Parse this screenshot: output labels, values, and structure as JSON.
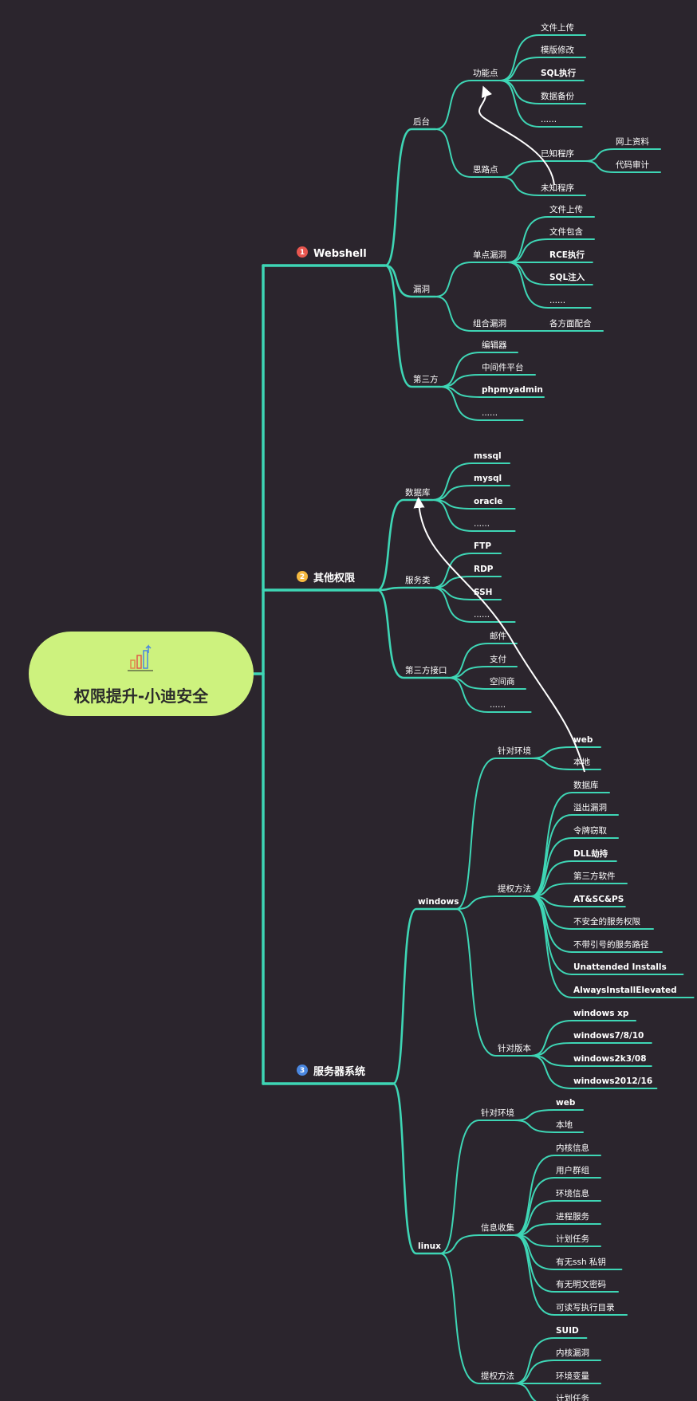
{
  "colors": {
    "background": "#2b252d",
    "branch": "#3ed6b5",
    "root_fill": "#cdf27e",
    "root_text": "#2b2b2b",
    "label": "#ffffff",
    "arrow": "#ffffff",
    "badge_1": "#e8564f",
    "badge_2": "#f5b940",
    "badge_3": "#4a87e0"
  },
  "root": {
    "title": "权限提升-小迪安全",
    "icon": "bar-chart-icon"
  },
  "branches": [
    {
      "id": "webshell",
      "badge": "1",
      "label": "Webshell",
      "children": [
        {
          "id": "houtai",
          "label": "后台",
          "children": [
            {
              "id": "gongnengdian",
              "label": "功能点",
              "children": [
                {
                  "id": "upload1",
                  "label": "文件上传"
                },
                {
                  "id": "template",
                  "label": "模版修改"
                },
                {
                  "id": "sqlexec",
                  "label": "SQL执行"
                },
                {
                  "id": "backup",
                  "label": "数据备份"
                },
                {
                  "id": "dots1",
                  "label": "......"
                }
              ]
            },
            {
              "id": "silu",
              "label": "思路点",
              "children": [
                {
                  "id": "known",
                  "label": "已知程序",
                  "children": [
                    {
                      "id": "online",
                      "label": "网上资料"
                    },
                    {
                      "id": "audit",
                      "label": "代码审计"
                    }
                  ]
                },
                {
                  "id": "unknown",
                  "label": "未知程序"
                }
              ]
            }
          ]
        },
        {
          "id": "loudong",
          "label": "漏洞",
          "children": [
            {
              "id": "single",
              "label": "单点漏洞",
              "children": [
                {
                  "id": "upload2",
                  "label": "文件上传"
                },
                {
                  "id": "include",
                  "label": "文件包含"
                },
                {
                  "id": "rce",
                  "label": "RCE执行"
                },
                {
                  "id": "sqli",
                  "label": "SQL注入"
                },
                {
                  "id": "dots2",
                  "label": "......"
                }
              ]
            },
            {
              "id": "combo",
              "label": "组合漏洞",
              "children": [
                {
                  "id": "multi",
                  "label": "各方面配合"
                }
              ]
            }
          ]
        },
        {
          "id": "thirdparty",
          "label": "第三方",
          "children": [
            {
              "id": "editor",
              "label": "编辑器"
            },
            {
              "id": "middleware",
              "label": "中间件平台"
            },
            {
              "id": "pma",
              "label": "phpmyadmin"
            },
            {
              "id": "dots3",
              "label": "......"
            }
          ]
        }
      ]
    },
    {
      "id": "other",
      "badge": "2",
      "label": "其他权限",
      "children": [
        {
          "id": "database",
          "label": "数据库",
          "children": [
            {
              "id": "mssql",
              "label": "mssql"
            },
            {
              "id": "mysql",
              "label": "mysql"
            },
            {
              "id": "oracle",
              "label": "oracle"
            },
            {
              "id": "dots4",
              "label": "......"
            }
          ]
        },
        {
          "id": "service",
          "label": "服务类",
          "children": [
            {
              "id": "ftp",
              "label": "FTP"
            },
            {
              "id": "rdp",
              "label": "RDP"
            },
            {
              "id": "ssh",
              "label": "SSH"
            },
            {
              "id": "dots5",
              "label": "......"
            }
          ]
        },
        {
          "id": "api3",
          "label": "第三方接口",
          "children": [
            {
              "id": "mail",
              "label": "邮件"
            },
            {
              "id": "pay",
              "label": "支付"
            },
            {
              "id": "hosting",
              "label": "空间商"
            },
            {
              "id": "dots6",
              "label": "......"
            }
          ]
        }
      ]
    },
    {
      "id": "server",
      "badge": "3",
      "label": "服务器系统",
      "children": [
        {
          "id": "windows",
          "label": "windows",
          "children": [
            {
              "id": "winenv",
              "label": "针对环境",
              "children": [
                {
                  "id": "winweb",
                  "label": "web"
                },
                {
                  "id": "winlocal",
                  "label": "本地"
                }
              ]
            },
            {
              "id": "winmethod",
              "label": "提权方法",
              "children": [
                {
                  "id": "wdb",
                  "label": "数据库"
                },
                {
                  "id": "overflow",
                  "label": "溢出漏洞"
                },
                {
                  "id": "token",
                  "label": "令牌窃取"
                },
                {
                  "id": "dll",
                  "label": "DLL劫持"
                },
                {
                  "id": "soft3",
                  "label": "第三方软件"
                },
                {
                  "id": "atsc",
                  "label": "AT&SC&PS"
                },
                {
                  "id": "svcperm",
                  "label": "不安全的服务权限"
                },
                {
                  "id": "unquoted",
                  "label": "不带引号的服务路径"
                },
                {
                  "id": "unattended",
                  "label": "Unattended Installs"
                },
                {
                  "id": "always",
                  "label": "AlwaysInstallElevated"
                }
              ]
            },
            {
              "id": "winver",
              "label": "针对版本",
              "children": [
                {
                  "id": "xp",
                  "label": "windows xp"
                },
                {
                  "id": "w7",
                  "label": "windows7/8/10"
                },
                {
                  "id": "w2k3",
                  "label": "windows2k3/08"
                },
                {
                  "id": "w2012",
                  "label": "windows2012/16"
                }
              ]
            }
          ]
        },
        {
          "id": "linux",
          "label": "linux",
          "children": [
            {
              "id": "linenv",
              "label": "针对环境",
              "children": [
                {
                  "id": "linweb",
                  "label": "web"
                },
                {
                  "id": "linlocal",
                  "label": "本地"
                }
              ]
            },
            {
              "id": "lininfo",
              "label": "信息收集",
              "children": [
                {
                  "id": "kernel",
                  "label": "内核信息"
                },
                {
                  "id": "users",
                  "label": "用户群组"
                },
                {
                  "id": "envinfo",
                  "label": "环境信息"
                },
                {
                  "id": "procs",
                  "label": "进程服务"
                },
                {
                  "id": "cron1",
                  "label": "计划任务"
                },
                {
                  "id": "sshkey",
                  "label": "有无ssh 私钥"
                },
                {
                  "id": "plainpw",
                  "label": "有无明文密码"
                },
                {
                  "id": "rwxdir",
                  "label": "可读写执行目录"
                }
              ]
            },
            {
              "id": "linmethod",
              "label": "提权方法",
              "children": [
                {
                  "id": "suid",
                  "label": "SUID"
                },
                {
                  "id": "kvuln",
                  "label": "内核漏洞"
                },
                {
                  "id": "envvar",
                  "label": "环境变量"
                },
                {
                  "id": "cron2",
                  "label": "计划任务"
                }
              ]
            }
          ]
        }
      ]
    }
  ]
}
